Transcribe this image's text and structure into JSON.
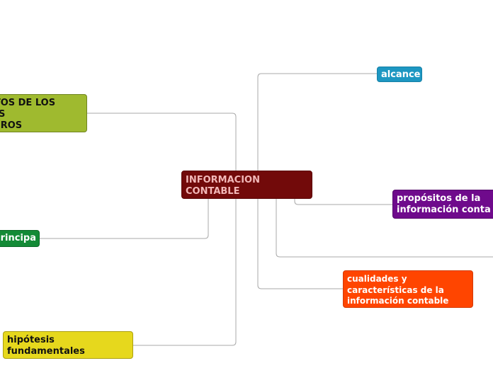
{
  "center": {
    "label": "INFORMACION\nCONTABLE"
  },
  "left_nodes": {
    "requisitos": "ITOS DE LOS\nOS\nIEROS",
    "principales": "rincipa",
    "hipotesis": "hipótesis\nfundamentales"
  },
  "right_nodes": {
    "alcance": "alcance",
    "propositos": "propósitos de la\ninformación conta",
    "cualidades": "cualidades y\ncaracterísticas de la\ninformación contable"
  },
  "colors": {
    "center": "#720a0a",
    "requisitos": "#9fba2f",
    "principales": "#138a36",
    "hipotesis": "#e6d81d",
    "alcance": "#1d97c2",
    "propositos": "#6f0a8c",
    "cualidades": "#ff4500",
    "connector": "#a8a8a8"
  }
}
